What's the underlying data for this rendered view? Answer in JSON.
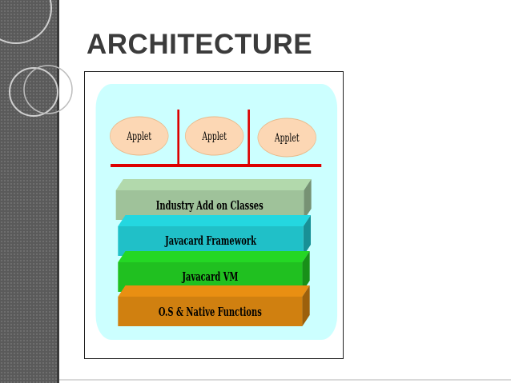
{
  "slide": {
    "title": "ARCHITECTURE"
  },
  "diagram": {
    "applets": [
      "Applet",
      "Applet",
      "Applet"
    ],
    "layers": [
      {
        "label": "Industry Add on Classes",
        "color": "#9fc29a"
      },
      {
        "label": "Javacard Framework",
        "color": "#20c0c8"
      },
      {
        "label": "Javacard VM",
        "color": "#20c020"
      },
      {
        "label": "O.S & Native Functions",
        "color": "#d08010"
      }
    ],
    "colors": {
      "background_panel": "#ccffff",
      "applet_fill": "#fcd7b4",
      "connector": "#dd0000"
    }
  }
}
